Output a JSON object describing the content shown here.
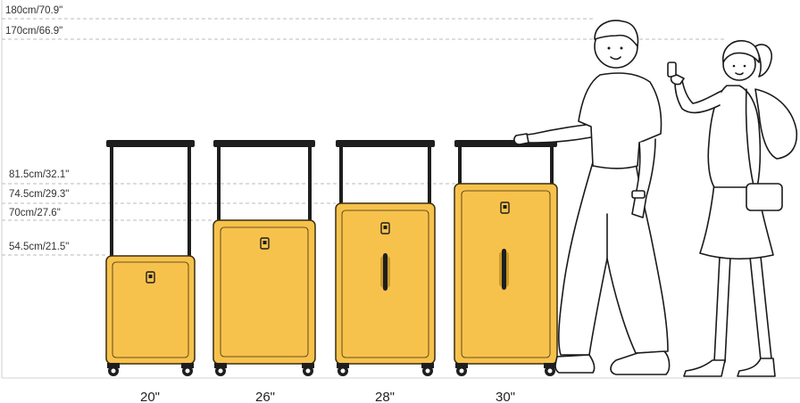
{
  "height_markers": [
    {
      "label": "180cm/70.9\"",
      "value_cm": 180
    },
    {
      "label": "170cm/66.9\"",
      "value_cm": 170
    },
    {
      "label": "81.5cm/32.1\"",
      "value_cm": 81.5
    },
    {
      "label": "74.5cm/29.3\"",
      "value_cm": 74.5
    },
    {
      "label": "70cm/27.6\"",
      "value_cm": 70
    },
    {
      "label": "54.5cm/21.5\"",
      "value_cm": 54.5
    }
  ],
  "suitcases": [
    {
      "size_label": "20\""
    },
    {
      "size_label": "26\""
    },
    {
      "size_label": "28\""
    },
    {
      "size_label": "30\""
    }
  ],
  "colors": {
    "suitcase_body": "#F7C24C",
    "suitcase_outline": "#3A2E12",
    "handle": "#1E1E1E",
    "wheel": "#1E1E1E",
    "guide_line": "#BBBBBB",
    "figure_stroke": "#1A1A1A"
  },
  "figures": [
    {
      "name": "man-figure"
    },
    {
      "name": "woman-figure"
    }
  ]
}
